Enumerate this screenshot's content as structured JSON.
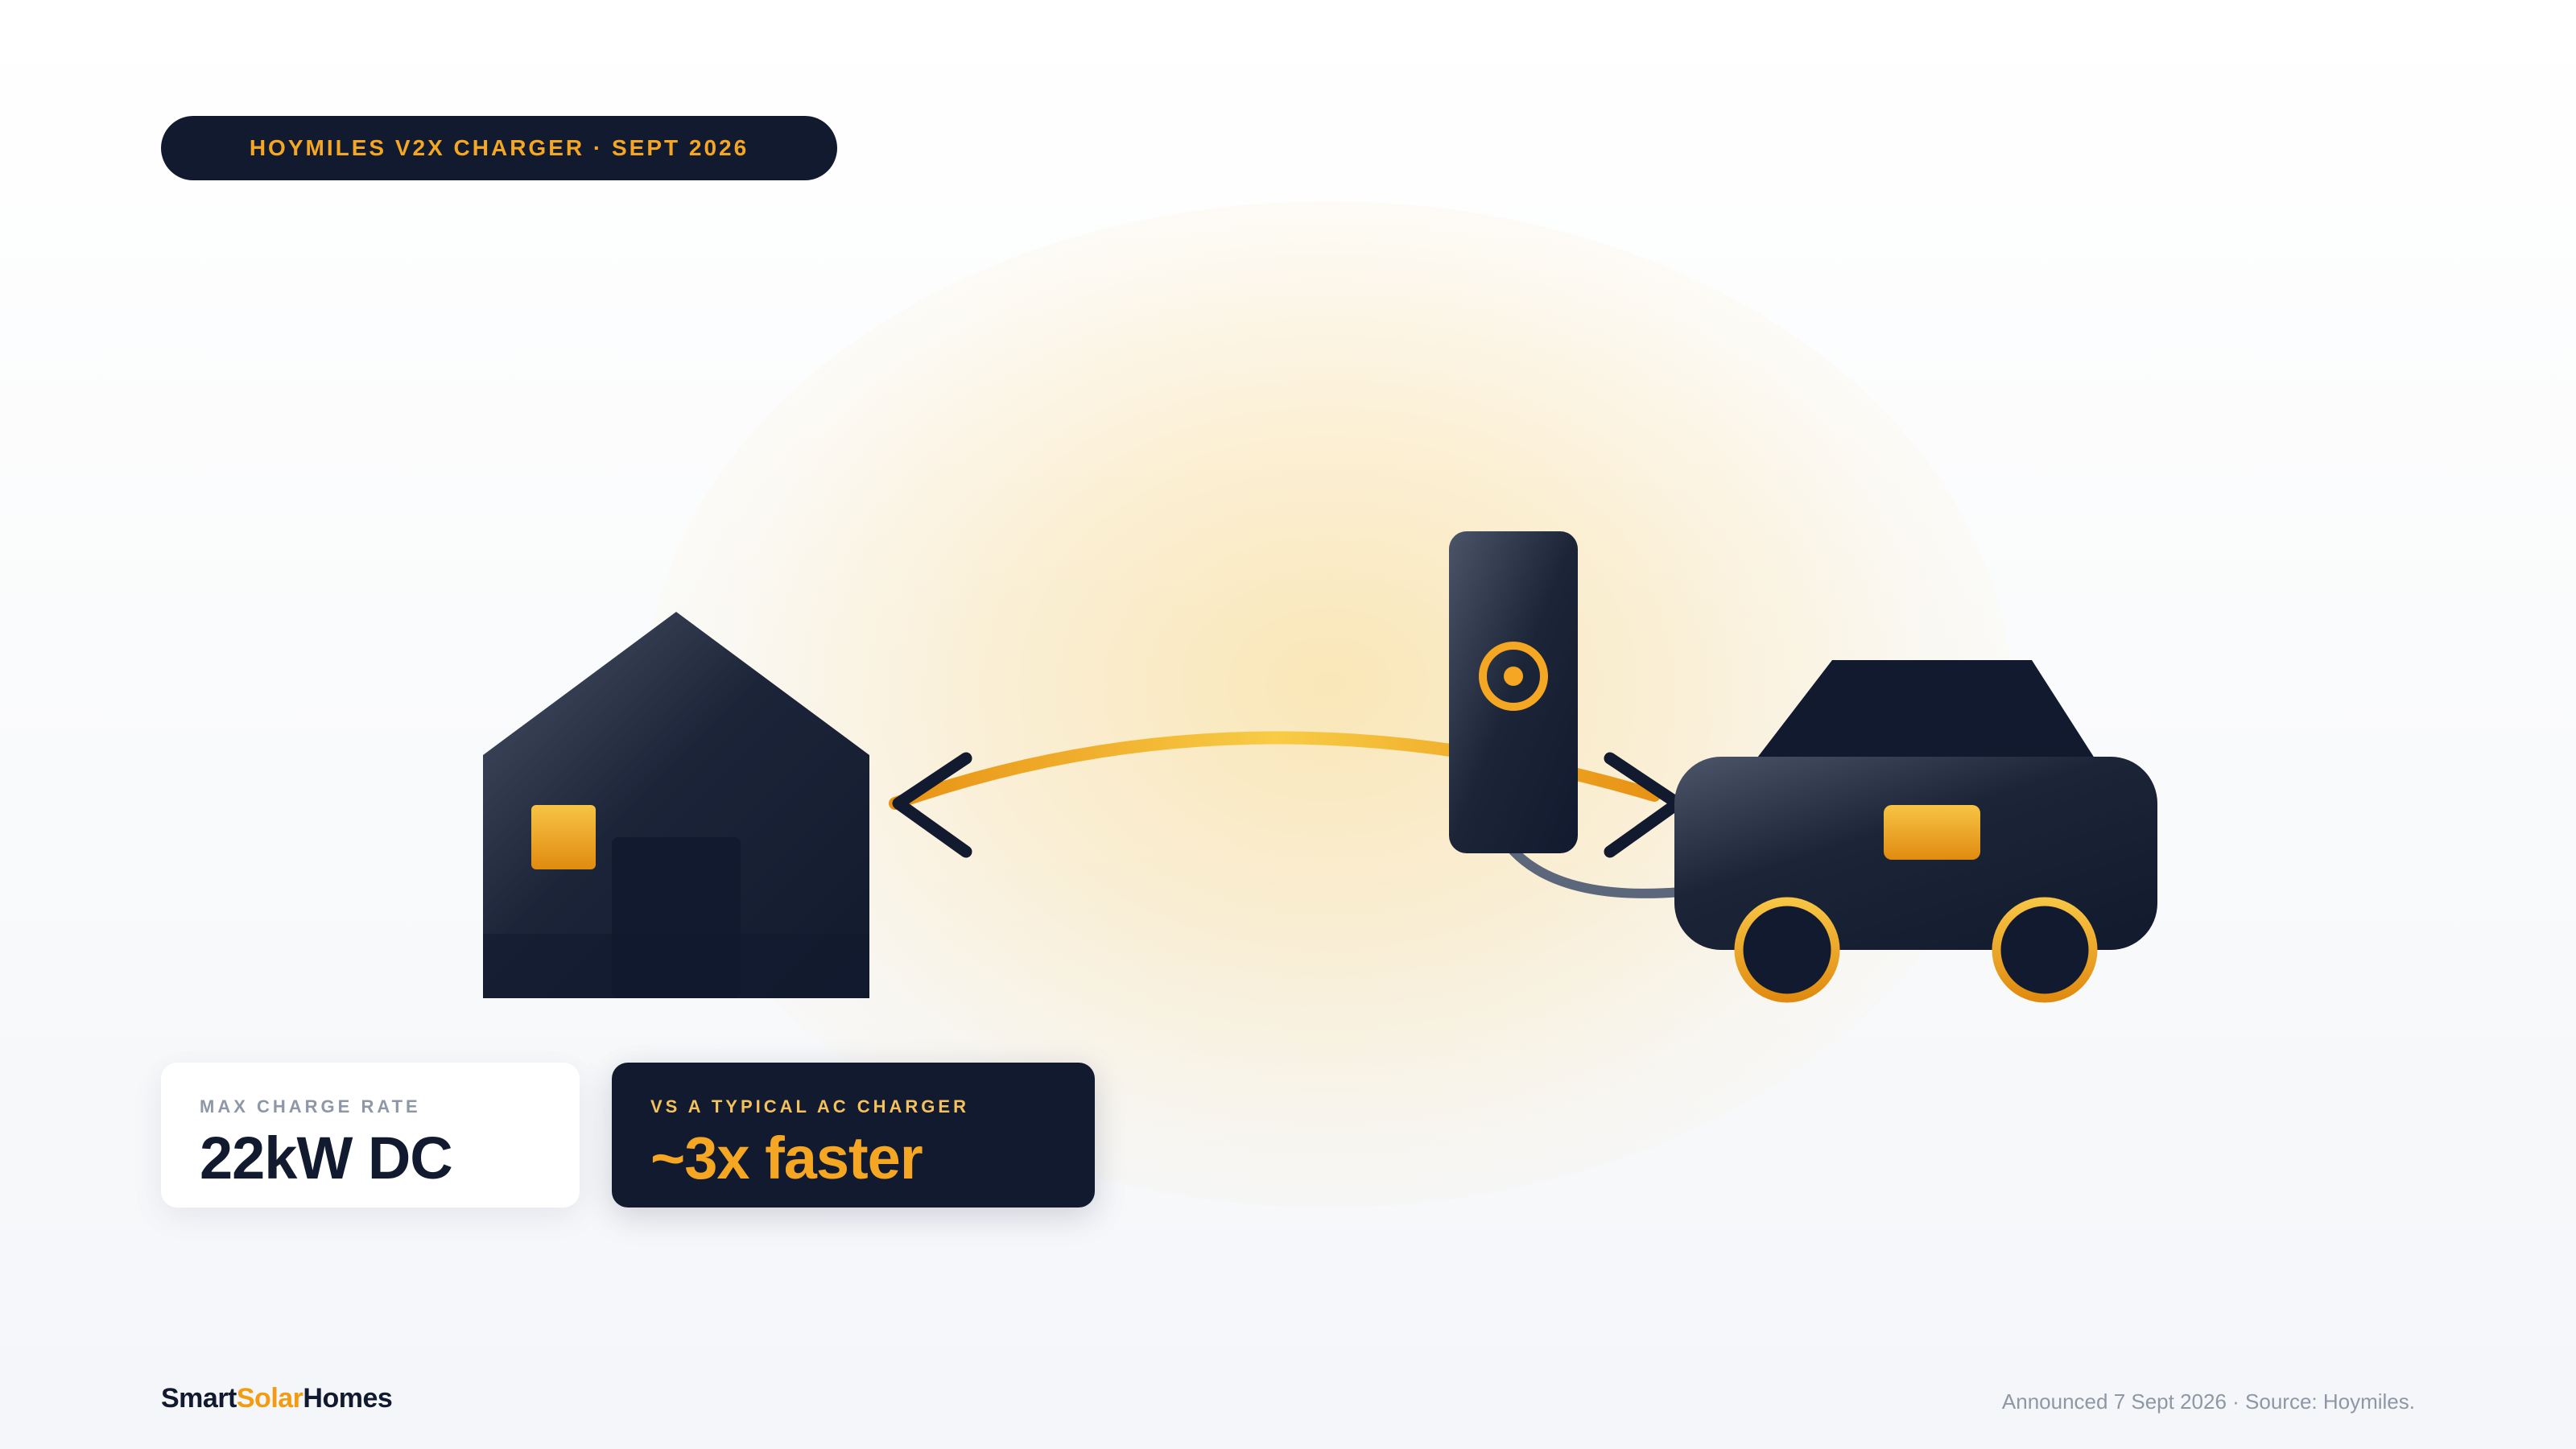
{
  "header": {
    "tag": "HOYMILES V2X CHARGER · SEPT 2026"
  },
  "illustration": {
    "icons": [
      "house-icon",
      "flow-arrow-icon",
      "charger-icon",
      "cable-icon",
      "car-icon"
    ],
    "colors": {
      "navy": "#111a2e",
      "navy_light": "#4a5366",
      "accent": "#f5a623",
      "accent_dark": "#e08b10",
      "accent_light": "#f8cc45",
      "cable": "#5c677c"
    }
  },
  "stats": {
    "max_charge": {
      "label": "MAX CHARGE RATE",
      "value": "22kW DC"
    },
    "comparison": {
      "label": "VS A TYPICAL AC CHARGER",
      "value": "~3x faster"
    }
  },
  "footer": {
    "brand": {
      "part1": "Smart",
      "part2": "Solar",
      "part3": "Homes"
    },
    "source": "Announced 7 Sept 2026 · Source: Hoymiles."
  }
}
